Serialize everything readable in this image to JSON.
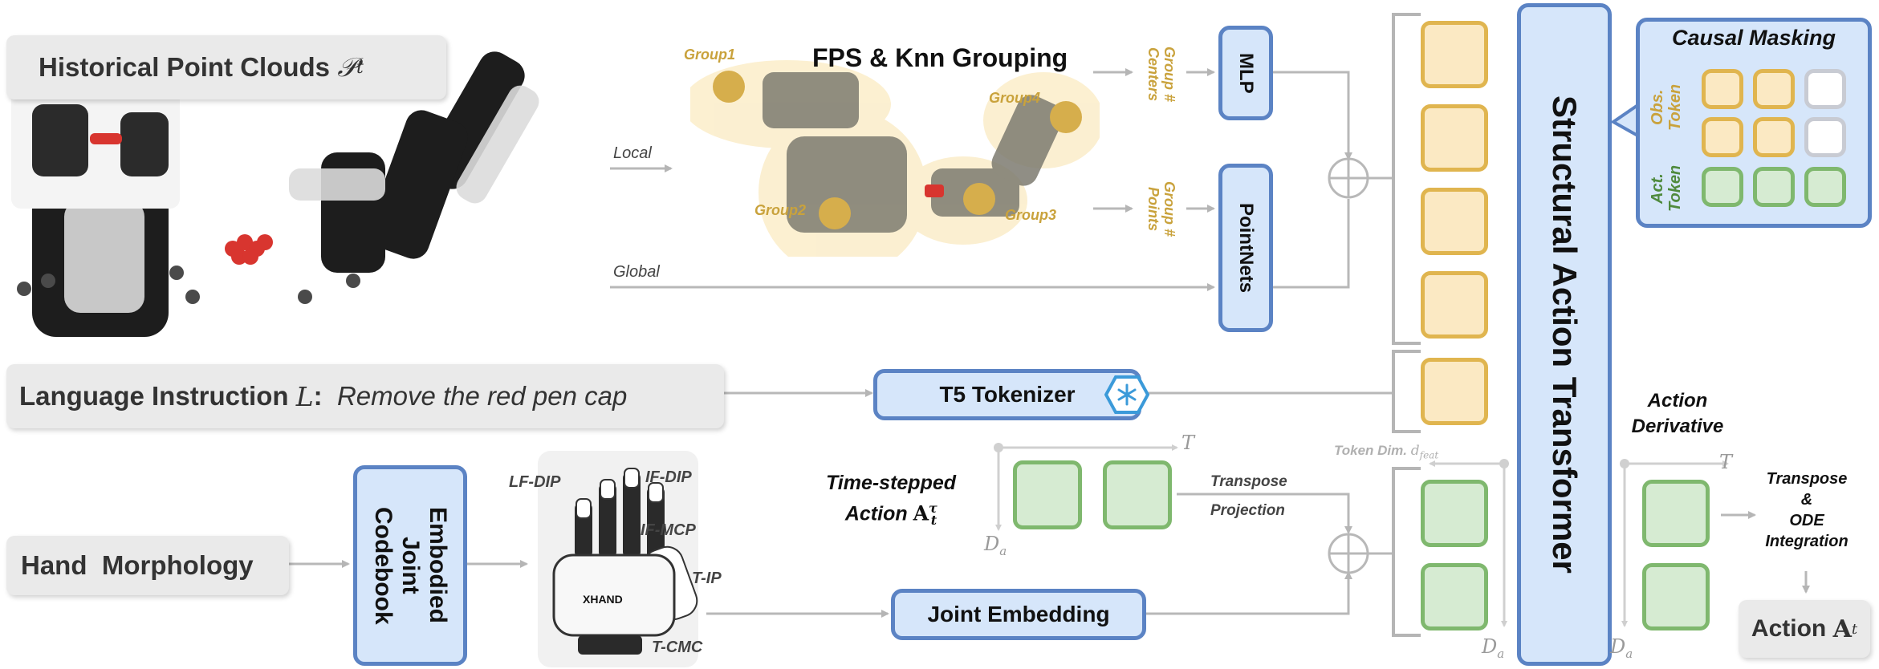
{
  "inputs": {
    "historical_point_clouds": {
      "text": "Historical Point Clouds",
      "math": "𝒫",
      "sub": "t"
    },
    "language_instruction": {
      "label": "Language Instruction",
      "math": "L",
      "sep": ":",
      "text": "Remove the red pen cap"
    },
    "hand_morphology": "Hand  Morphology"
  },
  "point_branch": {
    "local_label": "Local",
    "global_label": "Global",
    "grouping_title": "FPS & Knn Grouping",
    "groups": [
      "Group1",
      "Group2",
      "Group3",
      "Group4"
    ],
    "group_centers": [
      "Group #",
      "Centers"
    ],
    "group_points": [
      "Group #",
      "Points"
    ],
    "mlp": "MLP",
    "pointnets": "PointNets"
  },
  "language_branch": {
    "t5": "T5 Tokenizer",
    "frozen_icon": "snowflake-icon"
  },
  "hand_branch": {
    "codebook": [
      "Embodied",
      "Joint",
      "Codebook"
    ],
    "joints": [
      "LF-DIP",
      "IF-DIP",
      "IF-MCP",
      "T-IP",
      "T-CMC"
    ],
    "hand_brand": "XHAND",
    "joint_embedding": "Joint Embedding"
  },
  "action_branch": {
    "time_stepped": [
      "Time-stepped",
      "Action"
    ],
    "action_math": "A",
    "action_sup": "τ",
    "action_sub": "t",
    "transpose": "Transpose",
    "projection": "Projection",
    "axis_T": "T",
    "axis_Da": "D",
    "axis_Da_sub": "a",
    "token_dim": "Token Dim.",
    "token_dim_math": "d",
    "token_dim_sub": "feat"
  },
  "transformer": {
    "title": "Structural Action Transformer"
  },
  "causal_masking": {
    "title": "Causal Masking",
    "obs_label": [
      "Obs.",
      "Token"
    ],
    "act_label": [
      "Act.",
      "Token"
    ]
  },
  "output": {
    "derivative": [
      "Action",
      "Derivative"
    ],
    "integration": [
      "Transpose",
      "&",
      "ODE",
      "Integration"
    ],
    "action_label": "Action",
    "action_math": "A",
    "action_sub": "t"
  },
  "colors": {
    "obs_token": "#fbe9c3",
    "act_token": "#d6ebd2",
    "module_blue": "#d6e6fa",
    "group_gold": "#c9a23c"
  }
}
